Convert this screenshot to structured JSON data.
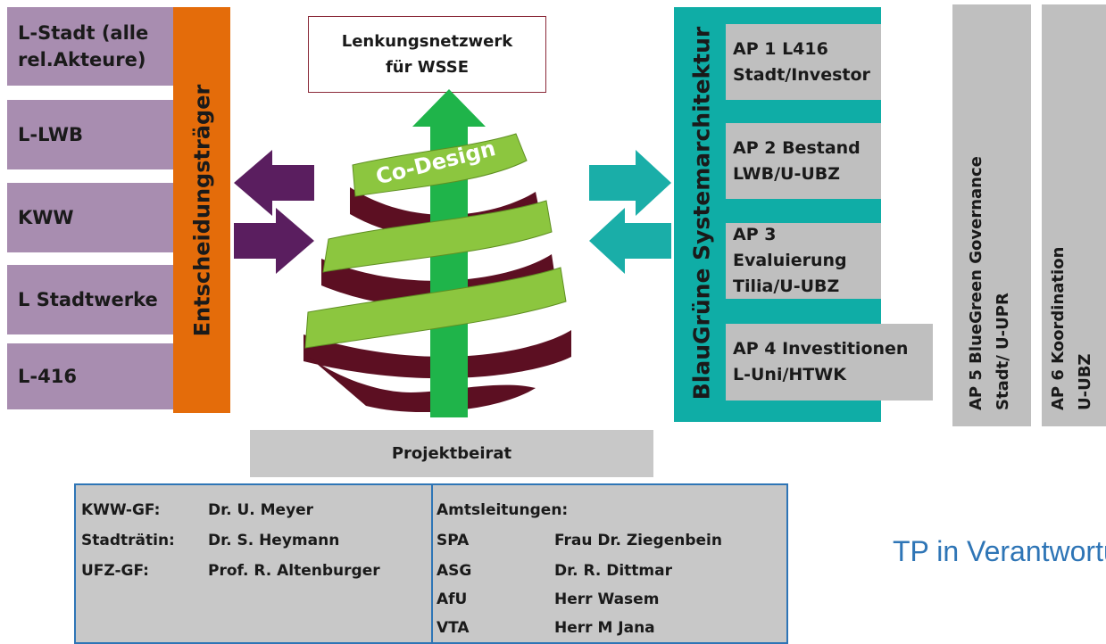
{
  "left_actors": [
    "L-Stadt (alle rel.Akteure)",
    "L-LWB",
    "KWW",
    "L Stadtwerke",
    "L-416"
  ],
  "decision_bar_label": "Entscheidungsträger",
  "steering_box": {
    "line1": "Lenkungsnetzwerk",
    "line2": "für WSSE"
  },
  "spiral_label": "Co-Design",
  "system_bar_label": "BlauGrüne  Systemarchitektur",
  "work_packages": [
    {
      "line1": "AP 1 L416",
      "line2": "Stadt/Investor"
    },
    {
      "line1": "AP 2 Bestand",
      "line2": "LWB/U-UBZ"
    },
    {
      "line1": "AP 3 Evaluierung",
      "line2": "Tilia/U-UBZ"
    },
    {
      "line1": "AP 4 Investitionen",
      "line2": "L-Uni/HTWK"
    }
  ],
  "ap5": {
    "line1": "AP 5 BlueGreen Governance",
    "line2": "Stadt/ U-UPR"
  },
  "ap6": {
    "line1": "AP 6 Koordination",
    "line2": "U-UBZ"
  },
  "advisory_board": "Projektbeirat",
  "contacts_left": [
    {
      "role": "KWW-GF:",
      "name": "Dr. U. Meyer"
    },
    {
      "role": "Stadträtin:",
      "name": "Dr. S. Heymann"
    },
    {
      "role": "UFZ-GF:",
      "name": "Prof. R. Altenburger"
    }
  ],
  "contacts_right_title": "Amtsleitungen:",
  "contacts_right": [
    {
      "unit": "SPA",
      "name": "Frau Dr. Ziegenbein"
    },
    {
      "unit": "ASG",
      "name": "Dr. R. Dittmar"
    },
    {
      "unit": "AfU",
      "name": "Herr Wasem"
    },
    {
      "unit": "VTA",
      "name": "Herr  M Jana"
    }
  ],
  "tp_text": "TP in Verantwortung",
  "colors": {
    "actor_box": "#a88db0",
    "decision_bar": "#e46c0a",
    "system_bar": "#0fada6",
    "ap_box": "#bfbfbf",
    "purple_arrow": "#5a1e5f",
    "teal_arrow": "#1aaea8",
    "green_arrow": "#1fb44a",
    "spiral_light": "#8cc63f",
    "spiral_dark": "#5c0f22",
    "table_border": "#2e75b6"
  }
}
